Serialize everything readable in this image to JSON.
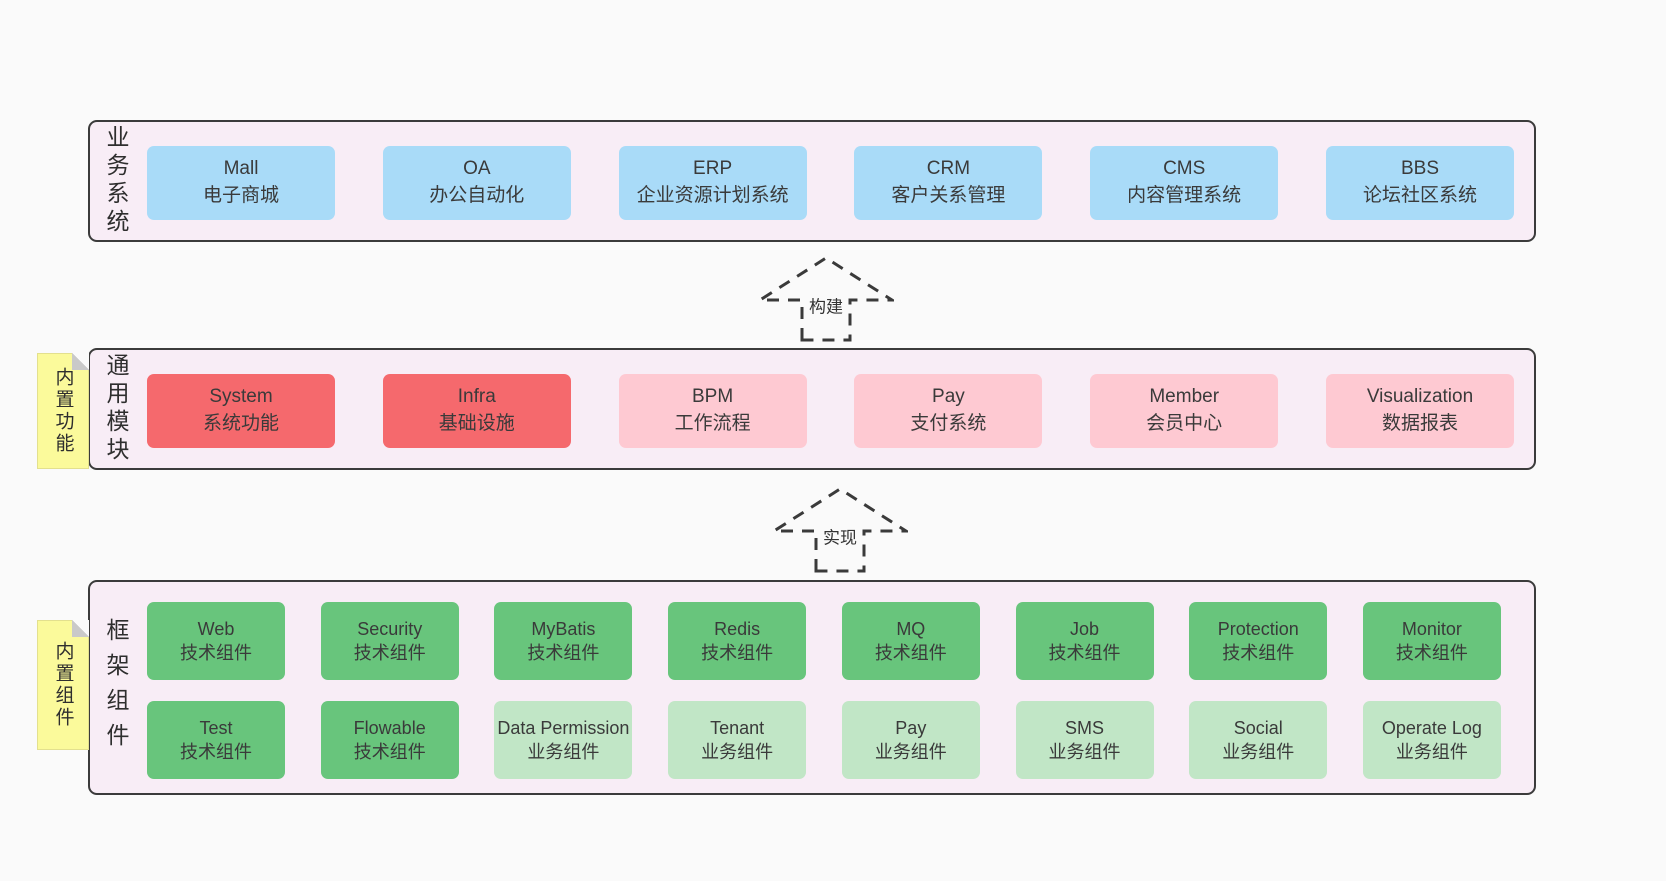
{
  "colors": {
    "page_bg": "#fafafa",
    "layer_bg": "#f8edf6",
    "layer_border": "#3b3b3b",
    "blue": "#a9dbf8",
    "red": "#f5696d",
    "pink": "#fec9d2",
    "green": "#68c57c",
    "light_green": "#c1e6c6",
    "note_yellow": "#fbfa9b",
    "text": "#3a3a3a"
  },
  "arrows": {
    "build": {
      "label": "构建"
    },
    "implement": {
      "label": "实现"
    }
  },
  "layers": {
    "business": {
      "label": "业务系统",
      "items": [
        {
          "name": "Mall",
          "desc": "电子商城"
        },
        {
          "name": "OA",
          "desc": "办公自动化"
        },
        {
          "name": "ERP",
          "desc": "企业资源计划系统"
        },
        {
          "name": "CRM",
          "desc": "客户关系管理"
        },
        {
          "name": "CMS",
          "desc": "内容管理系统"
        },
        {
          "name": "BBS",
          "desc": "论坛社区系统"
        }
      ]
    },
    "modules": {
      "label": "通用模块",
      "note": "内置功能",
      "items": [
        {
          "name": "System",
          "desc": "系统功能"
        },
        {
          "name": "Infra",
          "desc": "基础设施"
        },
        {
          "name": "BPM",
          "desc": "工作流程"
        },
        {
          "name": "Pay",
          "desc": "支付系统"
        },
        {
          "name": "Member",
          "desc": "会员中心"
        },
        {
          "name": "Visualization",
          "desc": "数据报表"
        }
      ]
    },
    "components": {
      "label": "框架组件",
      "note": "内置组件",
      "row1": [
        {
          "name": "Web",
          "desc": "技术组件"
        },
        {
          "name": "Security",
          "desc": "技术组件"
        },
        {
          "name": "MyBatis",
          "desc": "技术组件"
        },
        {
          "name": "Redis",
          "desc": "技术组件"
        },
        {
          "name": "MQ",
          "desc": "技术组件"
        },
        {
          "name": "Job",
          "desc": "技术组件"
        },
        {
          "name": "Protection",
          "desc": "技术组件"
        },
        {
          "name": "Monitor",
          "desc": "技术组件"
        }
      ],
      "row2": [
        {
          "name": "Test",
          "desc": "技术组件"
        },
        {
          "name": "Flowable",
          "desc": "技术组件"
        },
        {
          "name": "Data Permission",
          "desc": "业务组件"
        },
        {
          "name": "Tenant",
          "desc": "业务组件"
        },
        {
          "name": "Pay",
          "desc": "业务组件"
        },
        {
          "name": "SMS",
          "desc": "业务组件"
        },
        {
          "name": "Social",
          "desc": "业务组件"
        },
        {
          "name": "Operate Log",
          "desc": "业务组件"
        }
      ]
    }
  }
}
